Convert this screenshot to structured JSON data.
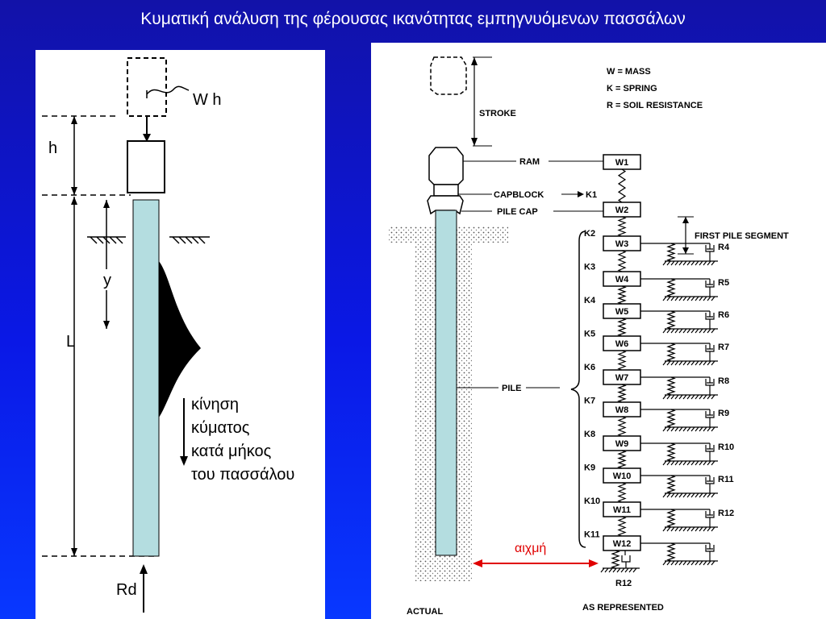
{
  "title": "Κυματική ανάλυση της φέρουσας ικανότητας εμπηγνυόμενων πασσάλων",
  "left": {
    "label_weight": "W h",
    "label_h": "h",
    "label_y": "y",
    "label_L": "L",
    "label_reaction": "Rd",
    "wave_text": [
      "κίνηση",
      "κύματος",
      "κατά μήκος",
      "του πασσάλου"
    ]
  },
  "right": {
    "legend": [
      "W = MASS",
      "K = SPRING",
      "R = SOIL RESISTANCE"
    ],
    "label_stroke": "STROKE",
    "label_ram": "RAM",
    "label_capblock": "CAPBLOCK",
    "label_pile_cap": "PILE CAP",
    "label_pile": "PILE",
    "label_first_segment": "FIRST PILE SEGMENT",
    "label_actual": "ACTUAL",
    "label_represented": "AS REPRESENTED",
    "label_tip": "αιχμή",
    "label_k1": "K1",
    "masses": [
      "W1",
      "W2",
      "W3",
      "W4",
      "W5",
      "W6",
      "W7",
      "W8",
      "W9",
      "W10",
      "W11",
      "W12"
    ],
    "springs": [
      "K2",
      "K3",
      "K4",
      "K5",
      "K6",
      "K7",
      "K8",
      "K9",
      "K10",
      "K11"
    ],
    "resistances": [
      "R4",
      "R5",
      "R6",
      "R7",
      "R8",
      "R9",
      "R10",
      "R11",
      "R12"
    ],
    "tip_resistance": "R12"
  },
  "colors": {
    "pile": "#b4dde0",
    "tip_arrow": "#e00000",
    "title": "#ffffff"
  }
}
